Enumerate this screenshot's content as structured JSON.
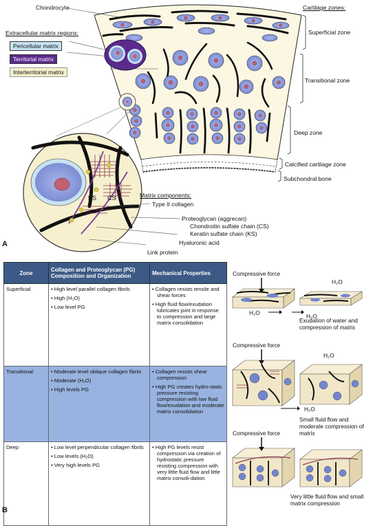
{
  "top": {
    "cartilage_zones_title": "Cartilage zones:",
    "zones": [
      "Superficial zone",
      "Transitional zone",
      "Deep zone",
      "Calcified cartilage zone",
      "Subchondral bone"
    ],
    "chondrocyte_label": "Chondrocyte",
    "matrix_regions_title": "Extracellular matrix regions:",
    "matrix_regions": [
      "Pericellular matrix",
      "Territorial matrix",
      "Interterritorial matrix"
    ],
    "matrix_components_title": "Matrix components:",
    "components": [
      "Type II collagen",
      "Proteoglycan (aggrecan)",
      "Chondroitin sulfate chain (CS)",
      "Keratin sulfate chain (KS)",
      "Hyaluronic acid",
      "Link protein"
    ],
    "ks_label": "KS",
    "cs_label": "CS",
    "panel_a": "A"
  },
  "table": {
    "headers": [
      "Zone",
      "Collagen and Proteoglycan (PG) Composition and Organization",
      "Mechanical Properties"
    ],
    "rows": [
      {
        "zone": "Superficial",
        "composition": [
          "High level parallel collagen fibrils",
          "High (H₂O)",
          "Low level PG"
        ],
        "mechanics": [
          "Collagen resists tensile and shear forces",
          "High fluid flow/exudation lubricates joint in response to compression and large matrix consolidation"
        ]
      },
      {
        "zone": "Transitional",
        "composition": [
          "Moderate level oblique collagen fibrils",
          "Moderate (H₂O)",
          "High levels PG"
        ],
        "mechanics": [
          "Collagen resists shear compression",
          "High PG creates hydro-static pressure resisting compression with low fluid flow/exudation and moderate matrix consolidation"
        ]
      },
      {
        "zone": "Deep",
        "composition": [
          "Low level perpendicular collagen fibrils",
          "Low levels (H₂O)",
          "Very high levels PG"
        ],
        "mechanics": [
          "High PG levels resist compression via creation of hydrostatic pressure resisting compression with very little fluid flow and little matrix consoli-dation"
        ]
      }
    ]
  },
  "right": {
    "compressive_force": "Compressive force",
    "h2o": "H₂O",
    "captions": [
      "Exudation of water and compression of matrix",
      "Small fluid flow and moderate compression of matrix",
      "Very little fluid flow and small matrix compression"
    ]
  },
  "panel_b": "B",
  "colors": {
    "cell_fill": "#8796d8",
    "nucleus": "#c06070",
    "territorial": "#5b2a8c",
    "pericellular": "#c7e3f2",
    "interterritorial": "#f6f0cf",
    "header_blue": "#3d5a86",
    "row_blue": "#98b3df",
    "block_fill": "#f1e7c8"
  }
}
